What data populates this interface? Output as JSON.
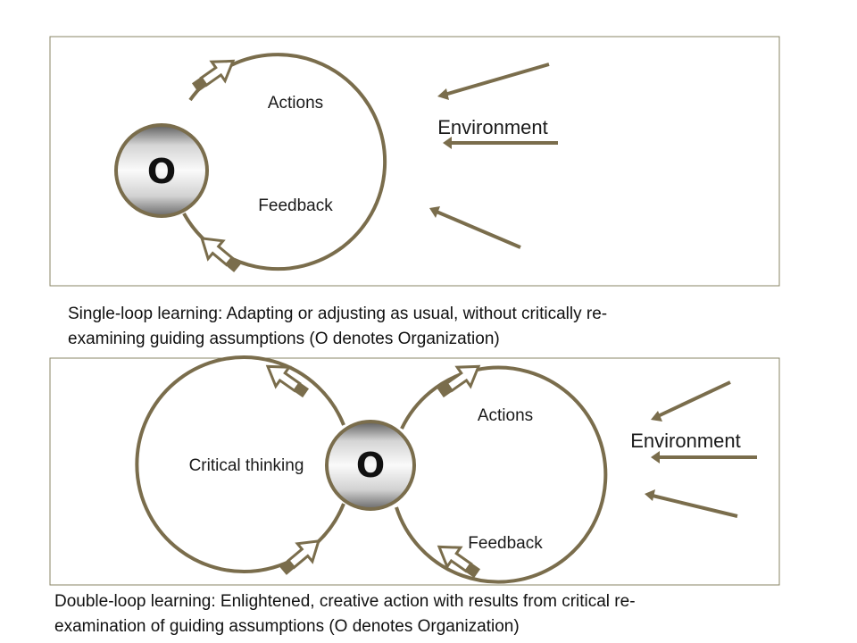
{
  "single_loop": {
    "actions_label": "Actions",
    "feedback_label": "Feedback",
    "environment_label": "Environment",
    "node_label": "O",
    "caption_line1": "Single-loop learning: Adapting or adjusting as usual, without critically re-",
    "caption_line2": "examining guiding assumptions (O denotes Organization)"
  },
  "double_loop": {
    "critical_thinking_label": "Critical thinking",
    "actions_label": "Actions",
    "feedback_label": "Feedback",
    "environment_label": "Environment",
    "node_label": "O",
    "caption_line1": "Double-loop learning: Enlightened, creative action with results from critical re-",
    "caption_line2": "examination of guiding assumptions (O denotes Organization)"
  },
  "colors": {
    "loop": "#7a6d4c",
    "frame": "#8a8466",
    "node_light": "#f4f4f4",
    "node_dark": "#808080"
  }
}
